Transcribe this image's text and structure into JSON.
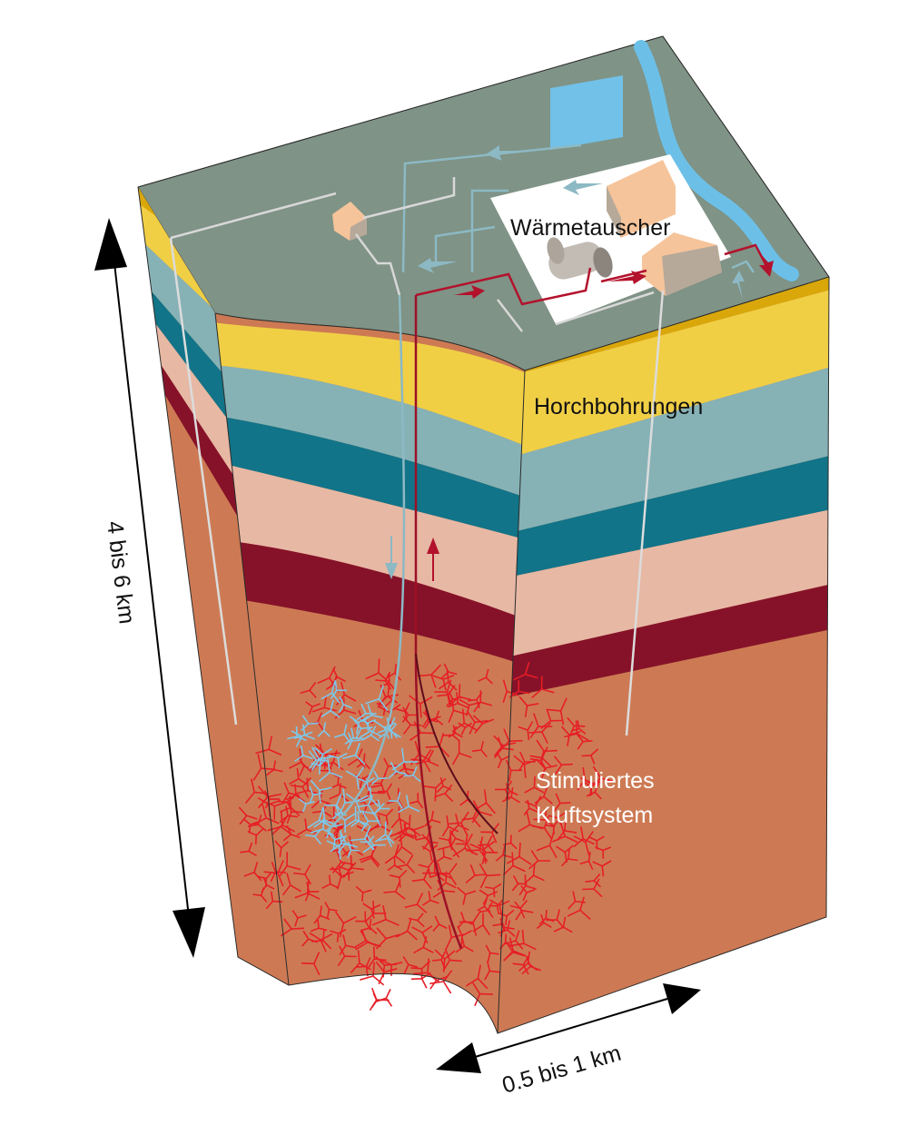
{
  "labels": {
    "heat_exchanger": "Wärmetauscher",
    "monitoring_wells": "Horchbohrungen",
    "fracture_system_line1": "Stimuliertes",
    "fracture_system_line2": "Kluftsystem",
    "depth": "4 bis 6 km",
    "width": "0.5 bis 1 km"
  },
  "colors": {
    "surface": "#7f9386",
    "sand": "#d9a70a",
    "yellow": "#f0cf45",
    "light_blue": "#86b2b6",
    "teal": "#117488",
    "pink": "#e7b8a4",
    "dark_red": "#861229",
    "rock": "#cd7a54",
    "hot_pipe": "#b3122c",
    "cold_pipe": "#8cb9c4",
    "river": "#6cc0e8",
    "fracture_red": "#e61e26",
    "fracture_blue": "#7cc8ea"
  }
}
